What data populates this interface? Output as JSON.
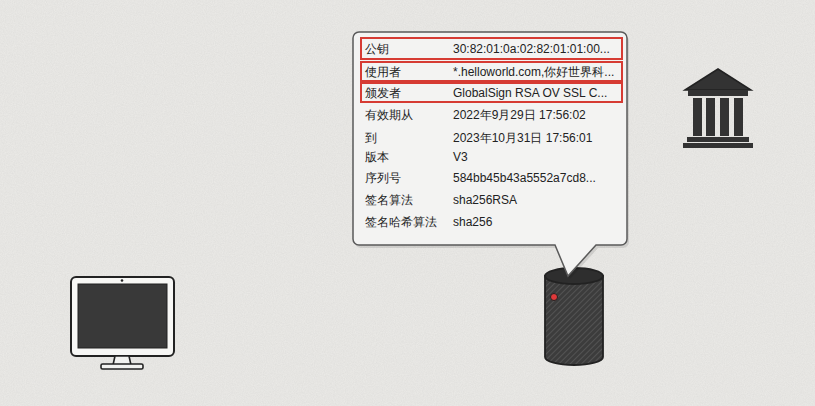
{
  "diagram": {
    "nodes": [
      {
        "text": [
          "有效期从",
          "2022年9月29日 17:56:02",
          "到",
          "2023年10月31日 17:56:01",
          "版本",
          "V3",
          "序列号",
          "584bb45b43a5552a7cd8...",
          "签名算法",
          "sha256RSA",
          "签名哈希算法",
          "sha256"
        ]
      },
      {
        "text": [
          "公钥",
          "30:82:01:0a:02:82:01:01:00..."
        ],
        "in": 0
      },
      {
        "text": [
          "使用者",
          "*.helloworld.com,你好世界科..."
        ],
        "in": 0
      },
      {
        "text": [
          "颁发者",
          "GlobalSign RSA OV SSL C..."
        ],
        "in": 0
      }
    ]
  }
}
